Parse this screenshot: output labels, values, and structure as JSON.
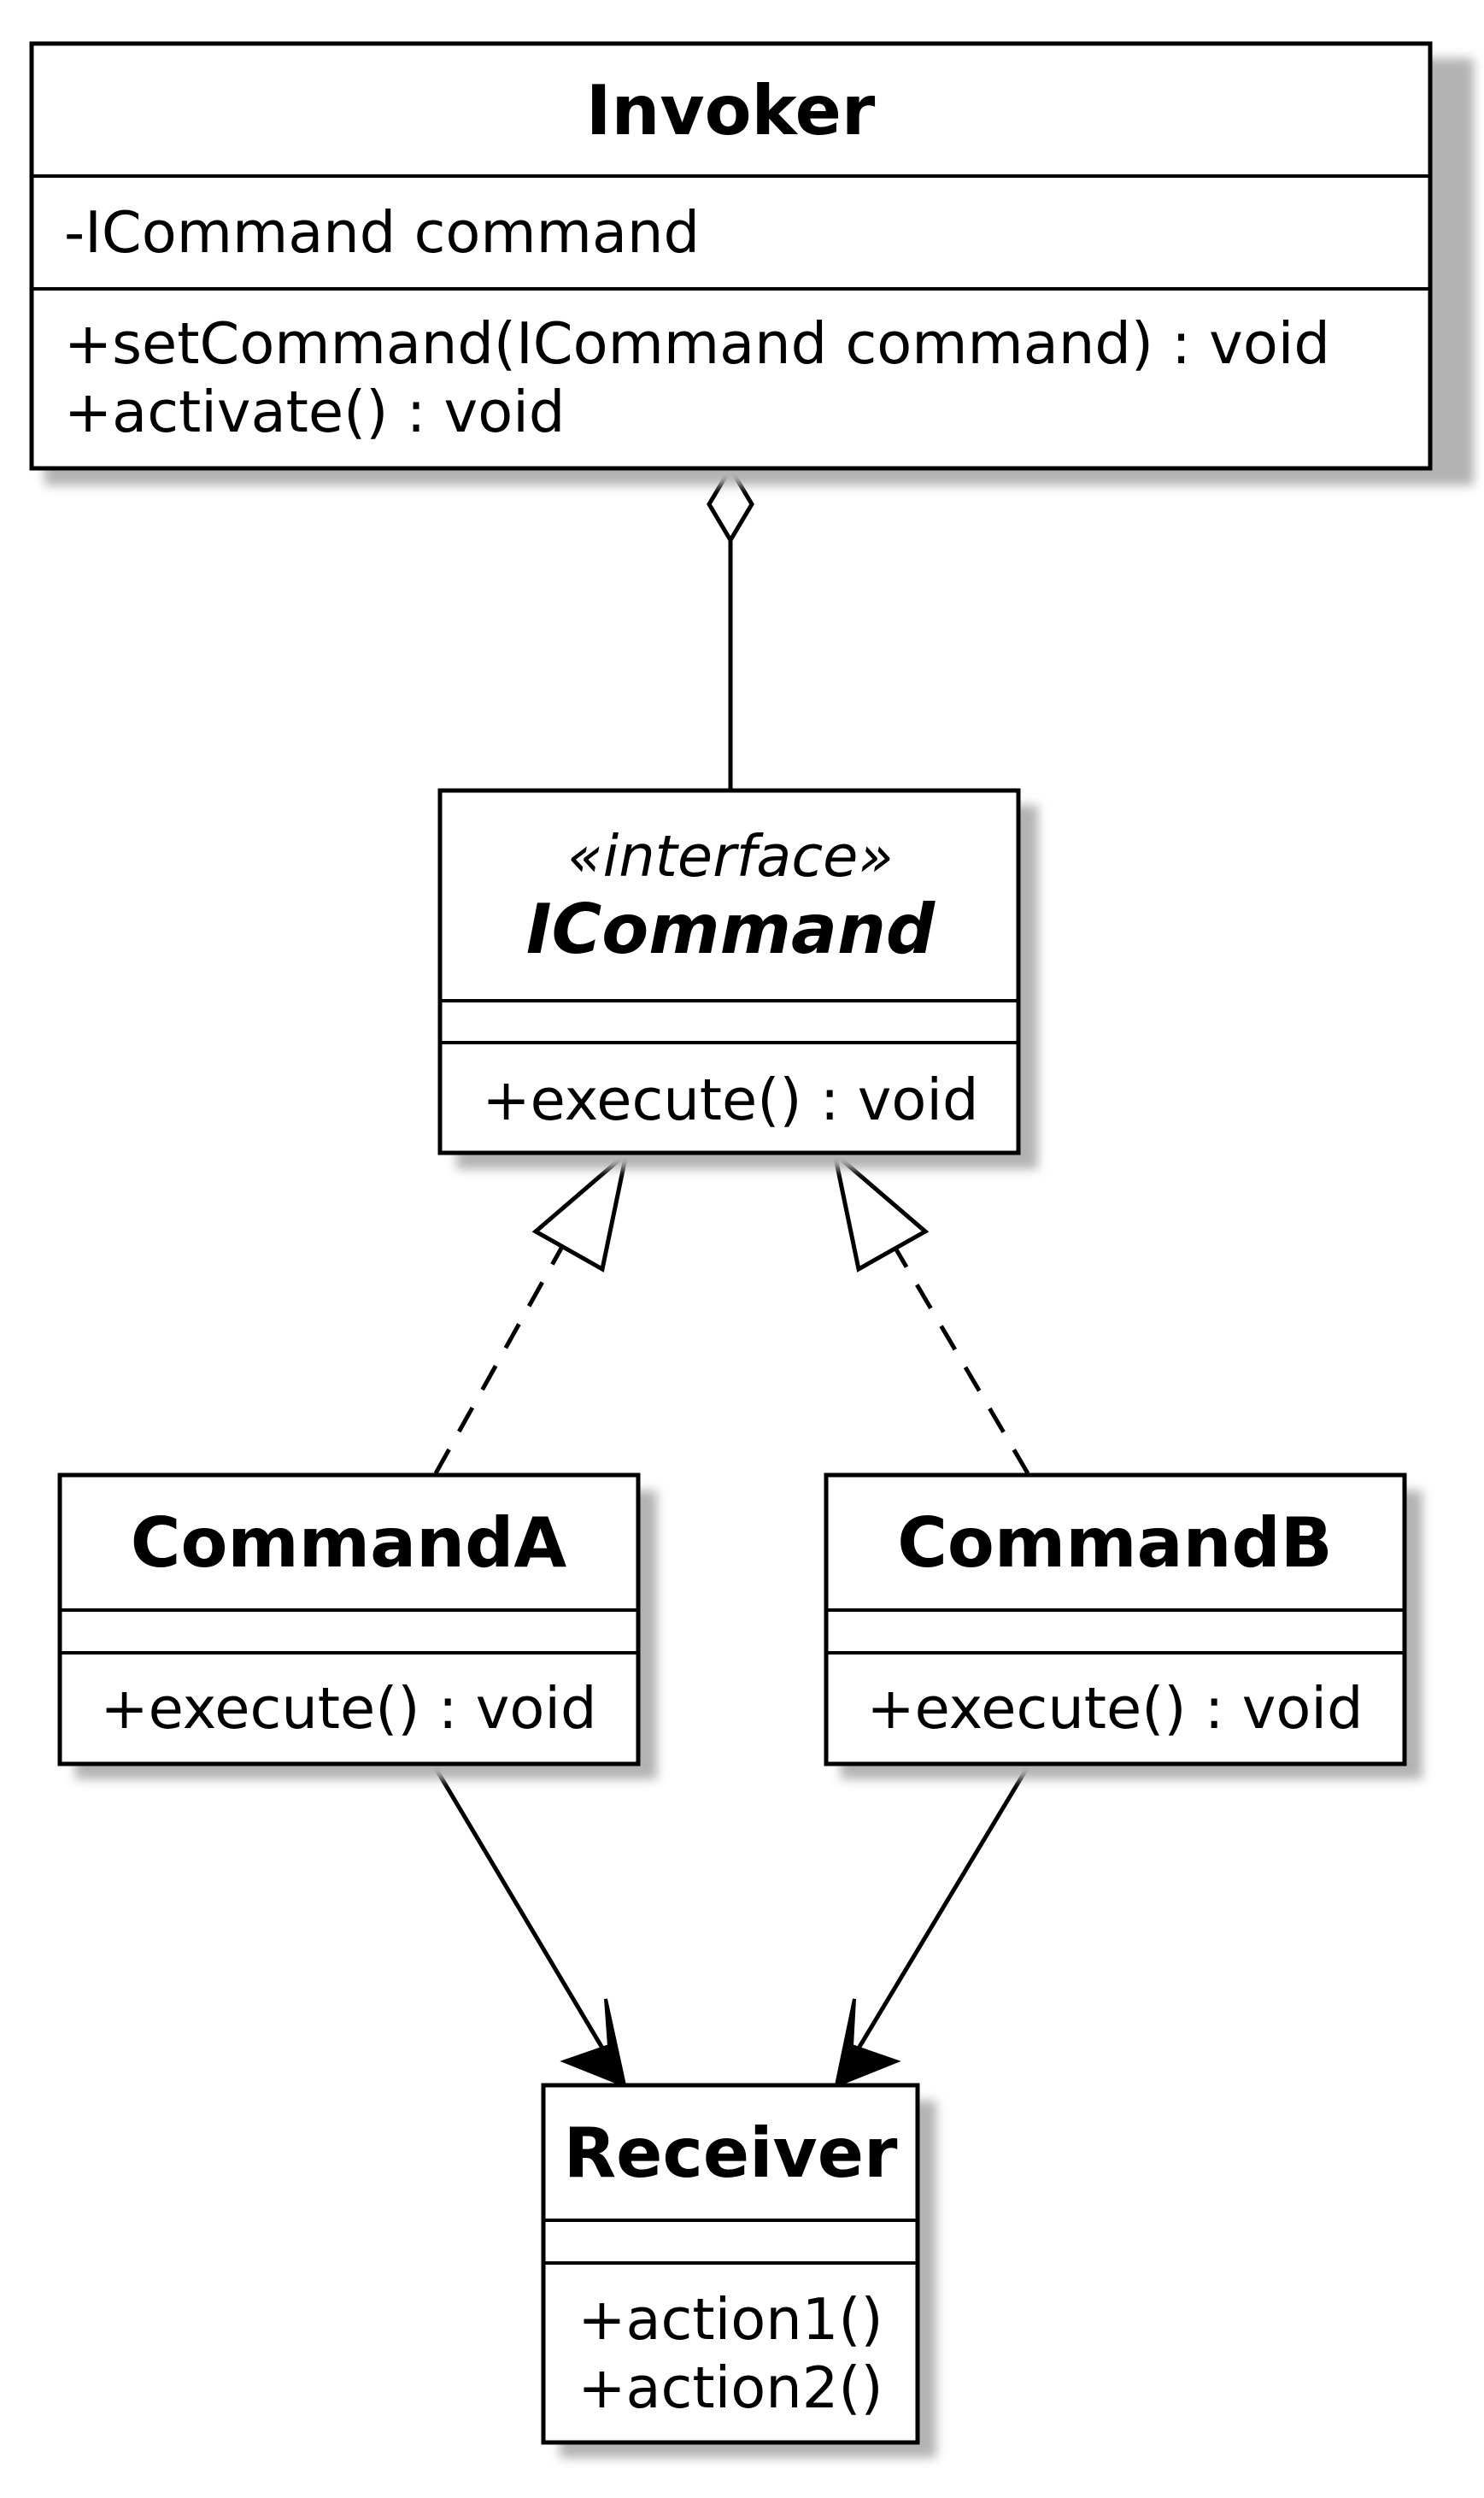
{
  "classes": {
    "invoker": {
      "name": "Invoker",
      "attributes": [
        "-ICommand command"
      ],
      "methods": [
        "+setCommand(ICommand command) : void",
        "+activate() : void"
      ]
    },
    "icommand": {
      "stereotype": "«interface»",
      "name": "ICommand",
      "methods": [
        "+execute() : void"
      ]
    },
    "command_a": {
      "name": "CommandA",
      "methods": [
        "+execute() : void"
      ]
    },
    "command_b": {
      "name": "CommandB",
      "methods": [
        "+execute() : void"
      ]
    },
    "receiver": {
      "name": "Receiver",
      "methods": [
        "+action1()",
        "+action2()"
      ]
    }
  }
}
